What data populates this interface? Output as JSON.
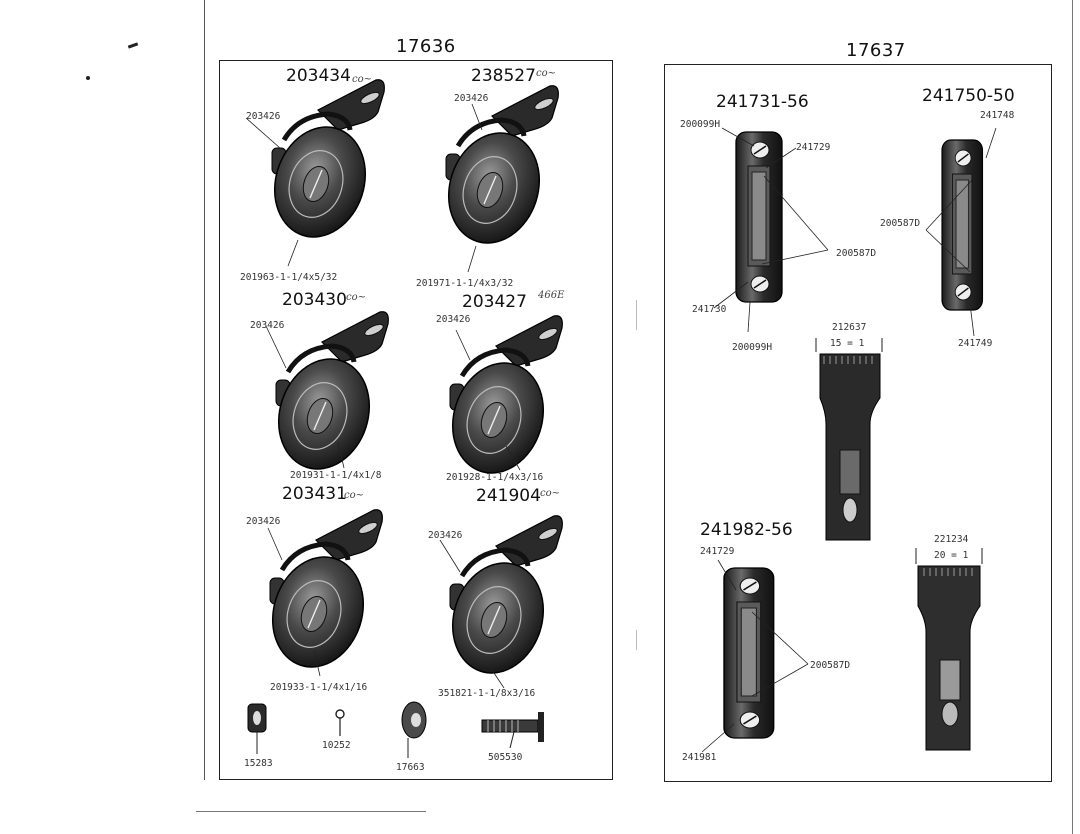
{
  "left_section": {
    "number": "17636",
    "parts": [
      {
        "title": "203434",
        "note": "co~",
        "top_label": "203426",
        "bottom_label": "201963-1-1/4x5/32"
      },
      {
        "title": "238527",
        "note": "co~",
        "top_label": "203426",
        "bottom_label": "201971-1-1/4x3/32"
      },
      {
        "title": "203430",
        "note": "co~",
        "top_label": "203426",
        "bottom_label": "201931-1-1/4x1/8"
      },
      {
        "title": "203427",
        "note": "466E",
        "top_label": "203426",
        "bottom_label": "201928-1-1/4x3/16"
      },
      {
        "title": "203431",
        "note": "co~",
        "top_label": "203426",
        "bottom_label": "201933-1-1/4x1/16"
      },
      {
        "title": "241904",
        "note": "co~",
        "top_label": "203426",
        "bottom_label": "351821-1-1/8x3/16"
      }
    ],
    "small_parts": [
      "15283",
      "10252",
      "17663",
      "505530"
    ]
  },
  "right_section": {
    "number": "17637",
    "plate_a": {
      "title": "241731-56",
      "labels": [
        "200099H",
        "241729",
        "200587D",
        "241730",
        "200099H"
      ]
    },
    "plate_b": {
      "title": "241750-50",
      "labels": [
        "241748",
        "200587D",
        "241749"
      ]
    },
    "plate_c": {
      "title": "241982-56",
      "labels": [
        "241729",
        "200587D",
        "241981"
      ]
    },
    "dog_a": {
      "number": "212637",
      "ratio": "15 = 1"
    },
    "dog_b": {
      "number": "221234",
      "ratio": "20 = 1"
    }
  }
}
